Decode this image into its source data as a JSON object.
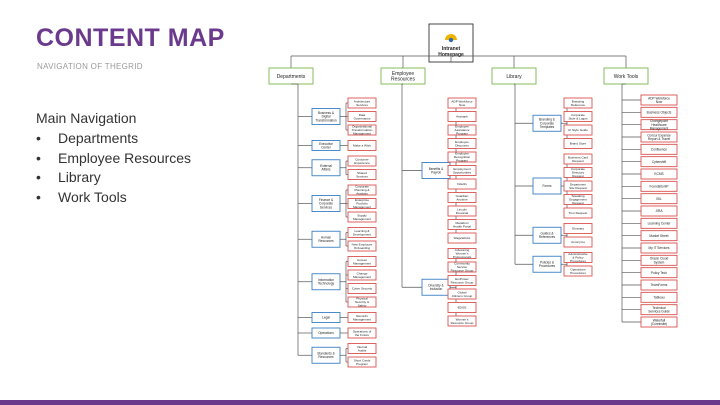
{
  "title": "CONTENT MAP",
  "subtitle": "NAVIGATION OF THEGRID",
  "nav": {
    "heading": "Main Navigation",
    "bullet": "•",
    "items": [
      "Departments",
      "Employee Resources",
      "Library",
      "Work Tools"
    ]
  },
  "colors": {
    "accent": "#6b3a8c",
    "green_border": "#7ab648",
    "blue_border": "#3a7fc4",
    "red_border": "#d9534f",
    "line": "#555555"
  },
  "sitemap": {
    "root": "Intranet Homepage",
    "columns": [
      {
        "label": "Departments",
        "groups": [
          {
            "label": "Business & Digital Transformation",
            "children": [
              "Architecture Services",
              "Data Governance",
              "Organizational Transformation Management"
            ]
          },
          {
            "label": "Executive Center",
            "children": [
              "Make a Wish"
            ]
          },
          {
            "label": "External Affairs",
            "children": [
              "Customer Experience",
              "Shared Services"
            ]
          },
          {
            "label": "Finance & Corporate Services",
            "children": [
              "Corporate Planning & Analysis",
              "Enterprise Portfolio Management",
              "Supply Management"
            ]
          },
          {
            "label": "Human Resources",
            "children": [
              "Learning & Development",
              "New Employee Onboarding"
            ]
          },
          {
            "label": "Information Technology",
            "children": [
              "Access Management",
              "Change Management",
              "Cyber Security",
              "Physical Security & Safety"
            ]
          },
          {
            "label": "Legal",
            "children": [
              "Records Management"
            ]
          },
          {
            "label": "Operations",
            "children": [
              "Operations of the Future"
            ]
          },
          {
            "label": "Standards & Resources",
            "children": [
              "Internal Audits",
              "Short Cards Program"
            ]
          }
        ]
      },
      {
        "label": "Employee Resources",
        "groups": [
          {
            "label": "Benefits & Payroll",
            "children": [
              "ADP Workforce Now",
              "Aramark",
              "Employee Assistance Program",
              "Employee Discounts",
              "Employee Recognition Program",
              "Employment Opportunities",
              "Fidelity",
              "Guardian Anytime",
              "Lincoln Financial",
              "Marathon Health Portal",
              "WageWorks"
            ]
          },
          {
            "label": "Diversity & Inclusion",
            "children": [
              "Advancing Women's Professionals",
              "Community Service Resource Group",
              "EmPower Resource Group",
              "Global Citizens Group",
              "EDGE",
              "Women's Resource Group"
            ]
          }
        ]
      },
      {
        "label": "Library",
        "groups": [
          {
            "label": "Branding & Corporate Templates",
            "children": [
              "Branding Reference",
              "Corporate Style & Logos",
              "UI Style Guide",
              "Brand Store"
            ]
          },
          {
            "label": "Forms",
            "children": [
              "Business Card Request",
              "Corporate Directory Request",
              "Department Site Request",
              "Speaking Engagement Request",
              "Tour Request"
            ]
          },
          {
            "label": "Guides & References",
            "children": [
              "Glossary",
              "Acronyms"
            ]
          },
          {
            "label": "Policies & Procedures",
            "children": [
              "Administrative & Policy Procedures",
              "Operations Procedures"
            ]
          }
        ]
      },
      {
        "label": "Work Tools",
        "children": [
          "ADP Workforce Now",
          "Business Objects",
          "Changepoint Healthcare Management",
          "Concur Expense Report & Travel",
          "Confluence",
          "Cybershift",
          "ECMS",
          "FoundationIP",
          "ISIL",
          "JIRA",
          "Learning Center",
          "Market Street",
          "My IT Services",
          "Oracle Cloud System",
          "Policy Tech",
          "TeamForms",
          "Tableau",
          "Technical Services Guide",
          "Waterfall (Coreinsite)"
        ]
      }
    ]
  }
}
